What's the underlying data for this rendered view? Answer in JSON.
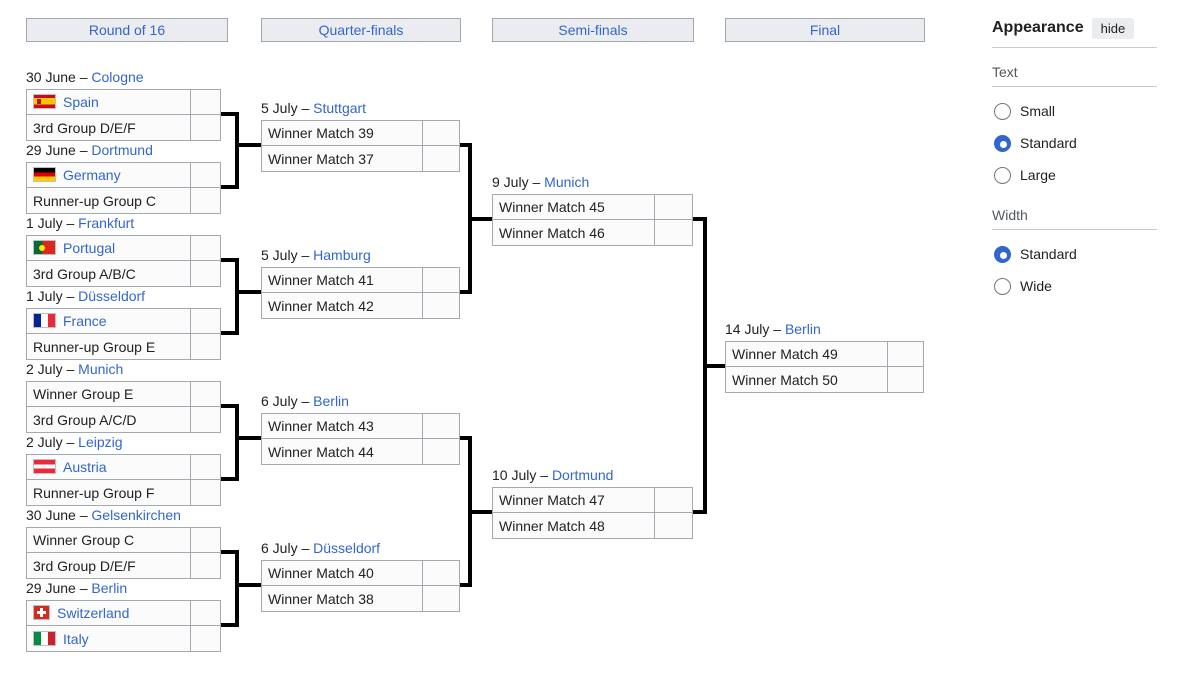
{
  "colors": {
    "link": "#3366cc",
    "radio_selected": "#3366cc",
    "connector": "#000000",
    "cell_border": "#a2a9b1",
    "header_background": "#eaecf0"
  },
  "bracket": {
    "date_separator": " – ",
    "rounds": [
      {
        "name": "Round of 16",
        "matches": [
          {
            "date": "30 June",
            "city": "Cologne",
            "slots": [
              {
                "label": "Spain",
                "flag": "es",
                "link": true
              },
              {
                "label": "3rd Group D/E/F",
                "link": false
              }
            ]
          },
          {
            "date": "29 June",
            "city": "Dortmund",
            "slots": [
              {
                "label": "Germany",
                "flag": "de",
                "link": true
              },
              {
                "label": "Runner-up Group C",
                "link": false
              }
            ]
          },
          {
            "date": "1 July",
            "city": "Frankfurt",
            "slots": [
              {
                "label": "Portugal",
                "flag": "pt",
                "link": true
              },
              {
                "label": "3rd Group A/B/C",
                "link": false
              }
            ]
          },
          {
            "date": "1 July",
            "city": "Düsseldorf",
            "slots": [
              {
                "label": "France",
                "flag": "fr",
                "link": true
              },
              {
                "label": "Runner-up Group E",
                "link": false
              }
            ]
          },
          {
            "date": "2 July",
            "city": "Munich",
            "slots": [
              {
                "label": "Winner Group E",
                "link": false
              },
              {
                "label": "3rd Group A/C/D",
                "link": false
              }
            ]
          },
          {
            "date": "2 July",
            "city": "Leipzig",
            "slots": [
              {
                "label": "Austria",
                "flag": "at",
                "link": true
              },
              {
                "label": "Runner-up Group F",
                "link": false
              }
            ]
          },
          {
            "date": "30 June",
            "city": "Gelsenkirchen",
            "slots": [
              {
                "label": "Winner Group C",
                "link": false
              },
              {
                "label": "3rd Group D/E/F",
                "link": false
              }
            ]
          },
          {
            "date": "29 June",
            "city": "Berlin",
            "slots": [
              {
                "label": "Switzerland",
                "flag": "ch",
                "link": true
              },
              {
                "label": "Italy",
                "flag": "it",
                "link": true
              }
            ]
          }
        ]
      },
      {
        "name": "Quarter-finals",
        "matches": [
          {
            "date": "5 July",
            "city": "Stuttgart",
            "slots": [
              {
                "label": "Winner Match 39",
                "link": false
              },
              {
                "label": "Winner Match 37",
                "link": false
              }
            ]
          },
          {
            "date": "5 July",
            "city": "Hamburg",
            "slots": [
              {
                "label": "Winner Match 41",
                "link": false
              },
              {
                "label": "Winner Match 42",
                "link": false
              }
            ]
          },
          {
            "date": "6 July",
            "city": "Berlin",
            "slots": [
              {
                "label": "Winner Match 43",
                "link": false
              },
              {
                "label": "Winner Match 44",
                "link": false
              }
            ]
          },
          {
            "date": "6 July",
            "city": "Düsseldorf",
            "slots": [
              {
                "label": "Winner Match 40",
                "link": false
              },
              {
                "label": "Winner Match 38",
                "link": false
              }
            ]
          }
        ]
      },
      {
        "name": "Semi-finals",
        "matches": [
          {
            "date": "9 July",
            "city": "Munich",
            "slots": [
              {
                "label": "Winner Match 45",
                "link": false
              },
              {
                "label": "Winner Match 46",
                "link": false
              }
            ]
          },
          {
            "date": "10 July",
            "city": "Dortmund",
            "slots": [
              {
                "label": "Winner Match 47",
                "link": false
              },
              {
                "label": "Winner Match 48",
                "link": false
              }
            ]
          }
        ]
      },
      {
        "name": "Final",
        "matches": [
          {
            "date": "14 July",
            "city": "Berlin",
            "slots": [
              {
                "label": "Winner Match 49",
                "link": false
              },
              {
                "label": "Winner Match 50",
                "link": false
              }
            ]
          }
        ]
      }
    ]
  },
  "appearance": {
    "title": "Appearance",
    "hide_label": "hide",
    "sections": [
      {
        "label": "Text",
        "options": [
          {
            "label": "Small",
            "selected": false
          },
          {
            "label": "Standard",
            "selected": true
          },
          {
            "label": "Large",
            "selected": false
          }
        ]
      },
      {
        "label": "Width",
        "options": [
          {
            "label": "Standard",
            "selected": true
          },
          {
            "label": "Wide",
            "selected": false
          }
        ]
      }
    ]
  }
}
